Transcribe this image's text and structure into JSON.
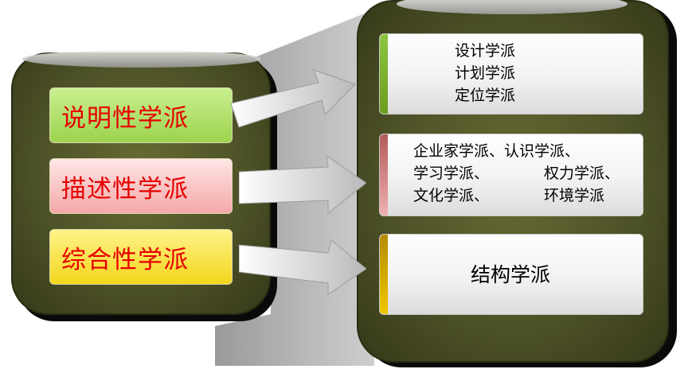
{
  "left_labels": [
    {
      "text": "说明性学派",
      "color": "#9cd34e"
    },
    {
      "text": "描述性学派",
      "color": "#f4a8a8"
    },
    {
      "text": "综合性学派",
      "color": "#f3d61a"
    }
  ],
  "right_panels": {
    "design": {
      "lines": [
        "设计学派",
        "计划学派",
        "定位学派"
      ],
      "bar_color": "#7fb21e"
    },
    "descriptive": {
      "lines": [
        "企业家学派、认识学派、",
        "学习学派、",
        "权力学派、",
        "文化学派、",
        "环境学派"
      ],
      "bar_color": "#d88888"
    },
    "configuration": {
      "lines": [
        "结构学派"
      ],
      "bar_color": "#d9a800"
    }
  }
}
